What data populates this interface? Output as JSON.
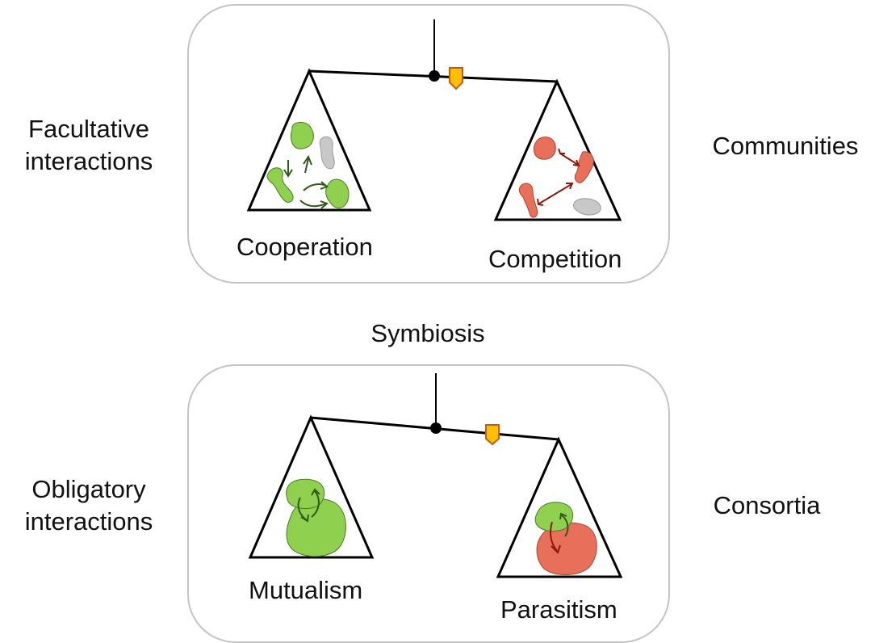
{
  "left_labels": {
    "top": [
      "Facultative",
      "interactions"
    ],
    "bottom": [
      "Obligatory",
      "interactions"
    ]
  },
  "right_labels": {
    "top": "Communities",
    "bottom": "Consortia"
  },
  "center_label": "Symbiosis",
  "top_panel": {
    "left_pan_label": "Cooperation",
    "right_pan_label": "Competition",
    "tilt": "right pan lower"
  },
  "bottom_panel": {
    "left_pan_label": "Mutualism",
    "right_pan_label": "Parasitism",
    "tilt": "right pan lower"
  },
  "colors": {
    "green_cell": "#8fd14f",
    "green_arrow": "#2e5a1a",
    "red_cell": "#e8705a",
    "red_arrow": "#8b1a0a",
    "grey_cell": "#c8c8c8",
    "marker_fill": "#ffc000",
    "marker_stroke": "#c55a11",
    "panel_border": "#c4c4c4"
  }
}
